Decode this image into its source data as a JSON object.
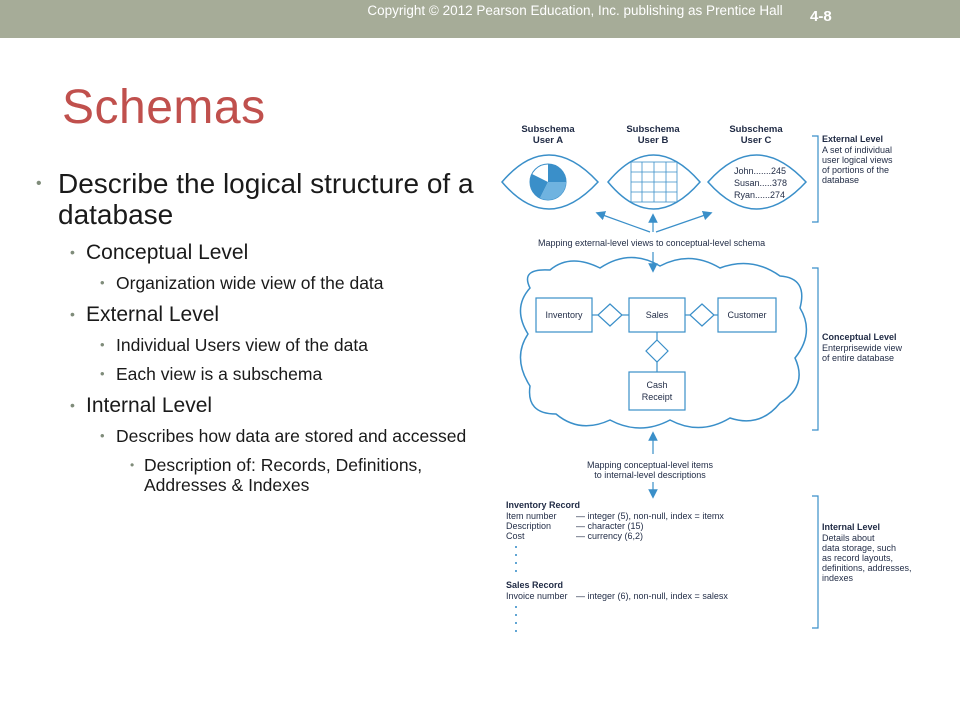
{
  "header": {
    "copyright": "Copyright © 2012 Pearson Education, Inc. publishing as Prentice Hall",
    "slide_number": "4-8"
  },
  "slide": {
    "title": "Schemas",
    "bullets": {
      "b1": "Describe the logical structure of a database",
      "conceptual": "Conceptual Level",
      "conceptual_sub": "Organization wide view of the data",
      "external": "External Level",
      "external_sub1": "Individual Users view of the data",
      "external_sub2": "Each view is a subschema",
      "internal": "Internal Level",
      "internal_sub": "Describes how data are stored and accessed",
      "internal_sub_sub": "Description of: Records, Definitions, Addresses & Indexes"
    }
  },
  "figure": {
    "subschemas": [
      {
        "line1": "Subschema",
        "line2": "User A"
      },
      {
        "line1": "Subschema",
        "line2": "User B"
      },
      {
        "line1": "Subschema",
        "line2": "User C"
      }
    ],
    "user_c_rows": [
      "John.......245",
      "Susan.....378",
      "Ryan......274"
    ],
    "external_level": {
      "heading": "External Level",
      "lines": [
        "A set of individual",
        "user logical views",
        "of portions of the",
        "database"
      ]
    },
    "mapping_top": "Mapping external-level views to conceptual-level schema",
    "entities": {
      "inventory": "Inventory",
      "sales": "Sales",
      "customer": "Customer",
      "cash_receipt_1": "Cash",
      "cash_receipt_2": "Receipt"
    },
    "conceptual_level": {
      "heading": "Conceptual Level",
      "lines": [
        "Enterprisewide view",
        "of entire database"
      ]
    },
    "mapping_bottom": [
      "Mapping conceptual-level items",
      "to internal-level descriptions"
    ],
    "inventory_record": {
      "title": "Inventory Record",
      "rows": [
        {
          "field": "Item number",
          "desc": "— integer (5), non-null, index = itemx"
        },
        {
          "field": "Description",
          "desc": "— character (15)"
        },
        {
          "field": "Cost",
          "desc": "— currency (6,2)"
        }
      ]
    },
    "sales_record": {
      "title": "Sales Record",
      "rows": [
        {
          "field": "Invoice number",
          "desc": "— integer (6), non-null, index = salesx"
        }
      ]
    },
    "internal_level": {
      "heading": "Internal Level",
      "lines": [
        "Details about",
        "data storage, such",
        "as record layouts,",
        "definitions, addresses,",
        "indexes"
      ]
    },
    "colors": {
      "line": "#3a8fc9",
      "text": "#1f2a44",
      "pie": "#3a8fc9"
    }
  }
}
